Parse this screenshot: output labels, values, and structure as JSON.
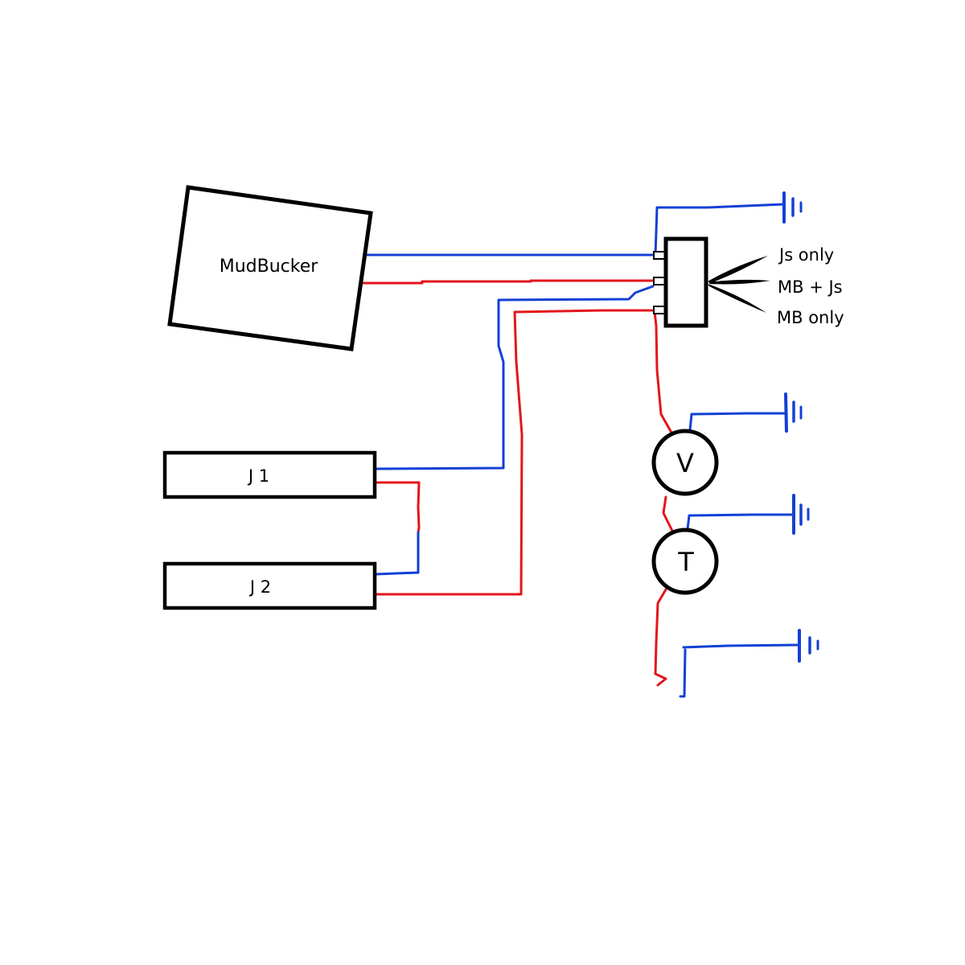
{
  "components": {
    "mudbucker": "MudBucker",
    "j1": "J 1",
    "j2": "J 2",
    "volume_knob": "V",
    "tone_knob": "T"
  },
  "switch": {
    "positions": [
      "Js only",
      "MB + Js",
      "MB only"
    ]
  },
  "colors": {
    "hot_wire": "#e3161c",
    "ground_wire": "#1340d6",
    "outline": "#000000"
  }
}
